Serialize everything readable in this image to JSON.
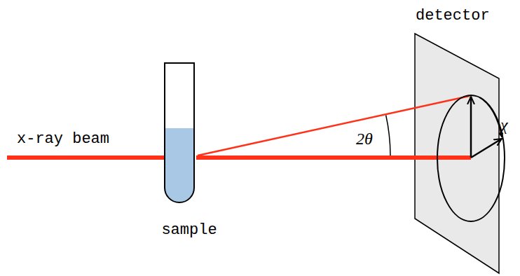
{
  "diagram": {
    "labels": [
      "x-ray beam",
      "sample",
      "detector",
      "2θ",
      "χ"
    ]
  }
}
